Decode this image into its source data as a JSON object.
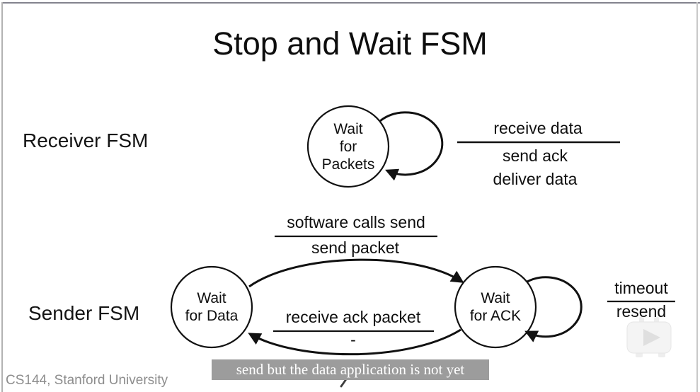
{
  "page": {
    "title": "Stop and Wait FSM"
  },
  "receiver": {
    "label": "Receiver FSM",
    "state": {
      "lines": [
        "Wait",
        "for",
        "Packets"
      ]
    },
    "self_transition": {
      "event": "receive data",
      "actions": [
        "send ack",
        "deliver data"
      ]
    }
  },
  "sender": {
    "label": "Sender FSM",
    "states": {
      "wait_for_data": {
        "lines": [
          "Wait",
          "for Data"
        ]
      },
      "wait_for_ack": {
        "lines": [
          "Wait",
          "for ACK"
        ]
      }
    },
    "transitions": {
      "send": {
        "event": "software calls send",
        "action": "send packet"
      },
      "ack": {
        "event": "receive ack packet",
        "action": "-"
      },
      "timeout": {
        "event": "timeout",
        "action": "resend"
      }
    }
  },
  "caption": {
    "text": "send but the data application is not yet"
  },
  "footer": {
    "course": "CS144, Stanford University"
  },
  "colors": {
    "ink": "#111111",
    "caption_bg": "#9c9c9c",
    "caption_text": "#ffffff",
    "footer_text": "#8d8d8d",
    "top_border": "#83838e",
    "side_border": "#c9c9c9"
  }
}
